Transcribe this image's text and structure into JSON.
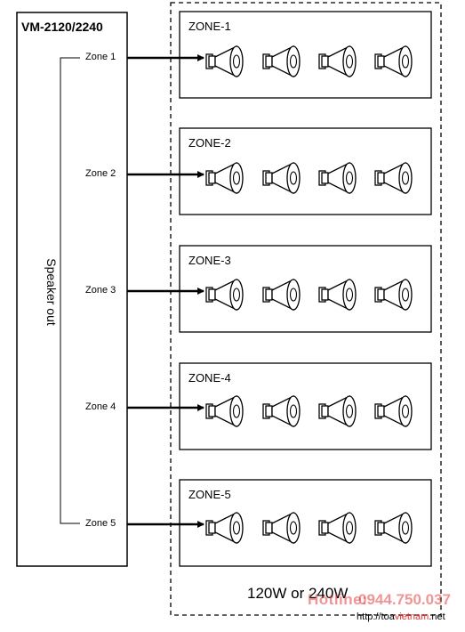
{
  "amplifier": {
    "model": "VM-2120/2240",
    "output_label": "Speaker out"
  },
  "zone_outputs": [
    "Zone 1",
    "Zone 2",
    "Zone 3",
    "Zone 4",
    "Zone 5"
  ],
  "zones": [
    {
      "title": "ZONE-1",
      "speaker_count": 4
    },
    {
      "title": "ZONE-2",
      "speaker_count": 4
    },
    {
      "title": "ZONE-3",
      "speaker_count": 4
    },
    {
      "title": "ZONE-4",
      "speaker_count": 4
    },
    {
      "title": "ZONE-5",
      "speaker_count": 4
    }
  ],
  "power_rating": "120W or 240W",
  "watermark": {
    "hotline_label": "Hotline:",
    "hotline_number": "0944.750.037",
    "url_prefix": "http://toa",
    "url_highlight": "vietnam",
    "url_suffix": ".net"
  },
  "icons": {
    "speaker": "horn-speaker-icon",
    "arrow": "arrow-right-icon"
  }
}
